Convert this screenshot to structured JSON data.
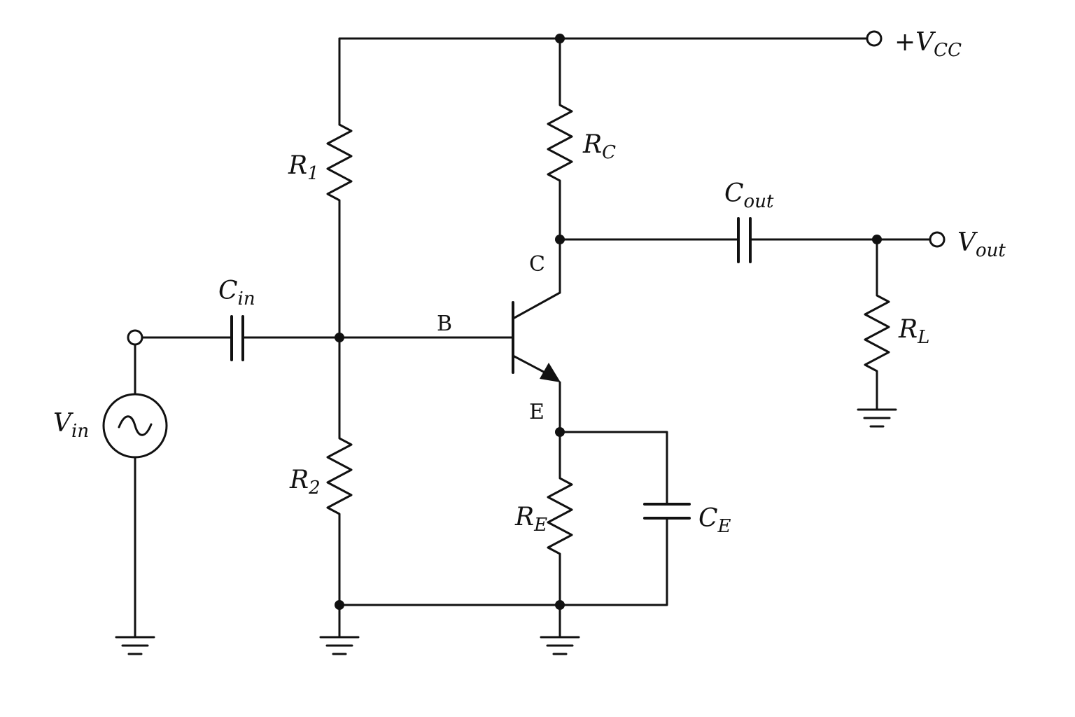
{
  "labels": {
    "vcc": {
      "prefix": "+",
      "main": "V",
      "sub": "CC"
    },
    "vout": {
      "main": "V",
      "sub": "out"
    },
    "vin": {
      "main": "V",
      "sub": "in"
    },
    "r1": {
      "main": "R",
      "sub": "1"
    },
    "r2": {
      "main": "R",
      "sub": "2"
    },
    "rc": {
      "main": "R",
      "sub": "C"
    },
    "re": {
      "main": "R",
      "sub": "E"
    },
    "rl": {
      "main": "R",
      "sub": "L"
    },
    "cin": {
      "main": "C",
      "sub": "in"
    },
    "cout": {
      "main": "C",
      "sub": "out"
    },
    "ce": {
      "main": "C",
      "sub": "E"
    }
  },
  "pins": {
    "base": "B",
    "collector": "C",
    "emitter": "E"
  },
  "colors": {
    "ink": "#111111",
    "background": "#ffffff"
  }
}
